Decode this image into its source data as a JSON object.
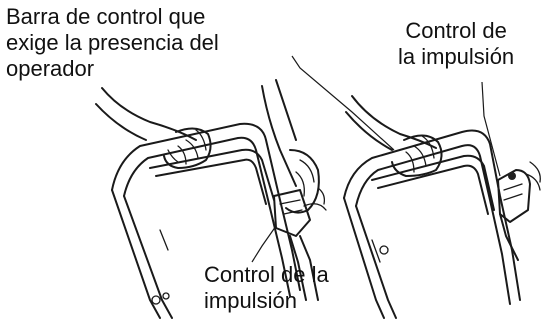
{
  "labels": {
    "presence_bar": [
      "Barra de control que",
      "exige la presencia del",
      "operador"
    ],
    "drive_control_right": [
      "Control de",
      "la impulsión"
    ],
    "drive_control_bottom": [
      "Control de la",
      "impulsión"
    ]
  },
  "style": {
    "ink_color": "#1a1a1a",
    "background": "#ffffff"
  }
}
